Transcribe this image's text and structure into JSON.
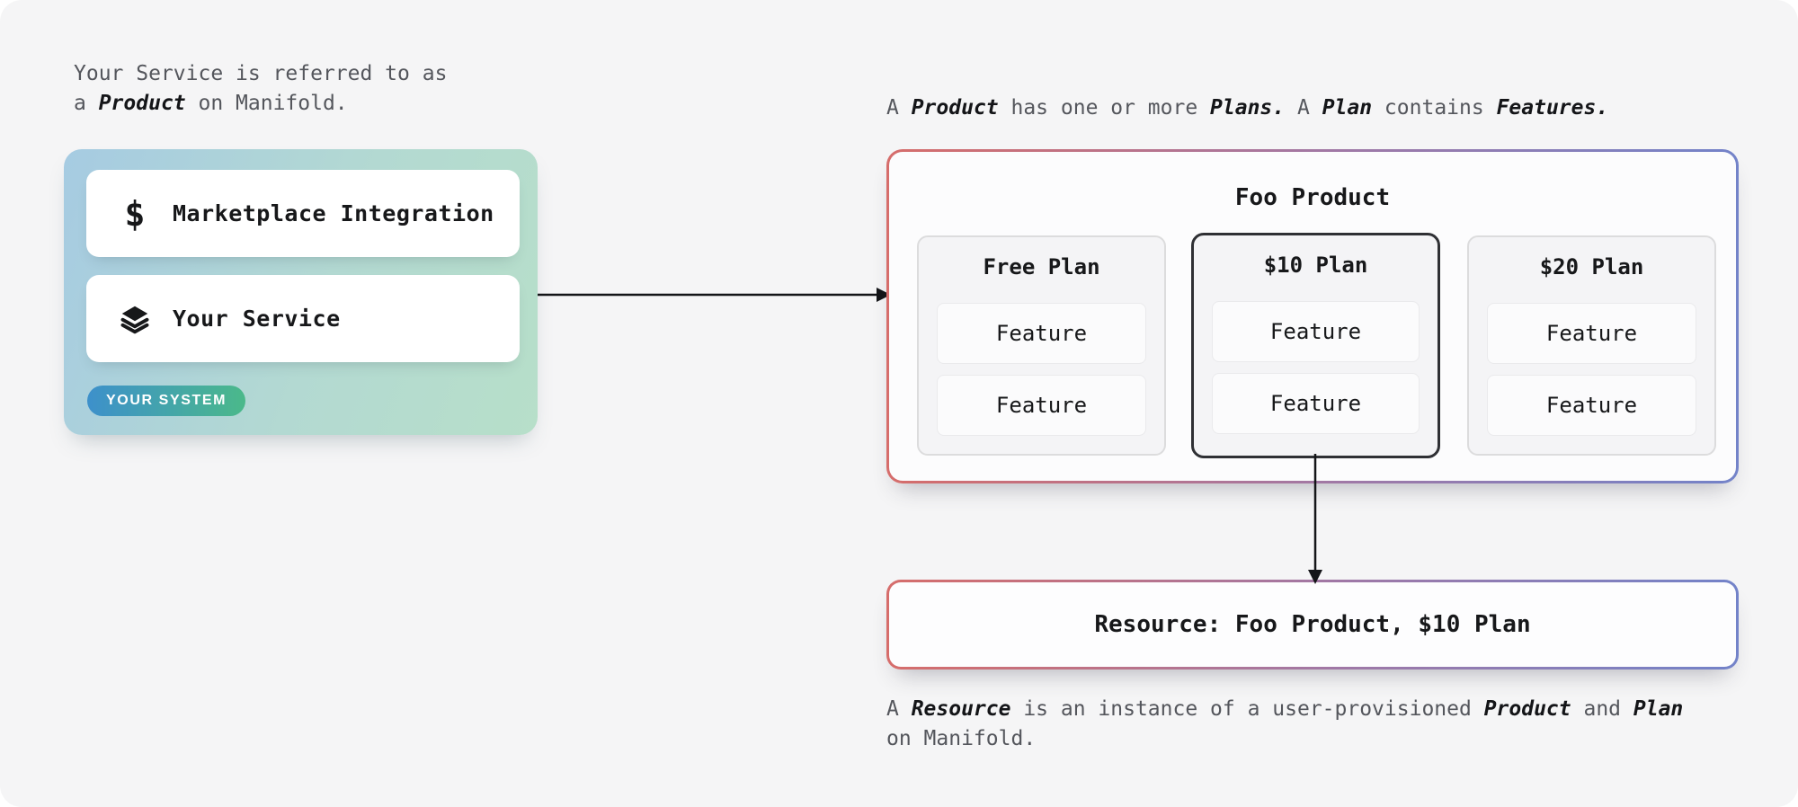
{
  "colors": {
    "canvas_background": "#f5f5f6",
    "system_gradient_start": "#a6cbe2",
    "system_gradient_end": "#b7dfc9",
    "badge_gradient_start": "#3d90cb",
    "badge_gradient_end": "#4bb98a",
    "border_gradient_start": "#d66d6b",
    "border_gradient_mid": "#a178a5",
    "border_gradient_end": "#7383c9",
    "caption_text": "#54565c",
    "emphasis_text": "#141518"
  },
  "captions": {
    "service": {
      "segments": [
        {
          "text": "Your Service is referred to as\na "
        },
        {
          "text": "Product",
          "strong": true
        },
        {
          "text": " on Manifold."
        }
      ]
    },
    "product": {
      "segments": [
        {
          "text": "A "
        },
        {
          "text": "Product",
          "strong": true
        },
        {
          "text": " has one or more "
        },
        {
          "text": "Plans.",
          "strong": true
        },
        {
          "text": " A "
        },
        {
          "text": "Plan",
          "strong": true
        },
        {
          "text": " contains "
        },
        {
          "text": "Features.",
          "strong": true
        }
      ]
    },
    "resource": {
      "segments": [
        {
          "text": "A "
        },
        {
          "text": "Resource",
          "strong": true
        },
        {
          "text": " is an instance of a user-provisioned "
        },
        {
          "text": "Product",
          "strong": true
        },
        {
          "text": " and "
        },
        {
          "text": "Plan",
          "strong": true
        },
        {
          "text": "\non Manifold."
        }
      ]
    }
  },
  "your_system": {
    "badge": "YOUR SYSTEM",
    "items": [
      {
        "icon": "dollar-icon",
        "glyph": "$",
        "label": "Marketplace Integration"
      },
      {
        "icon": "layers-icon",
        "label": "Your Service"
      }
    ]
  },
  "product": {
    "title": "Foo Product",
    "plans": [
      {
        "name": "Free Plan",
        "selected": false,
        "features": [
          "Feature",
          "Feature"
        ]
      },
      {
        "name": "$10 Plan",
        "selected": true,
        "features": [
          "Feature",
          "Feature"
        ]
      },
      {
        "name": "$20 Plan",
        "selected": false,
        "features": [
          "Feature",
          "Feature"
        ]
      }
    ]
  },
  "resource": {
    "label": "Resource: Foo Product, $10 Plan"
  }
}
